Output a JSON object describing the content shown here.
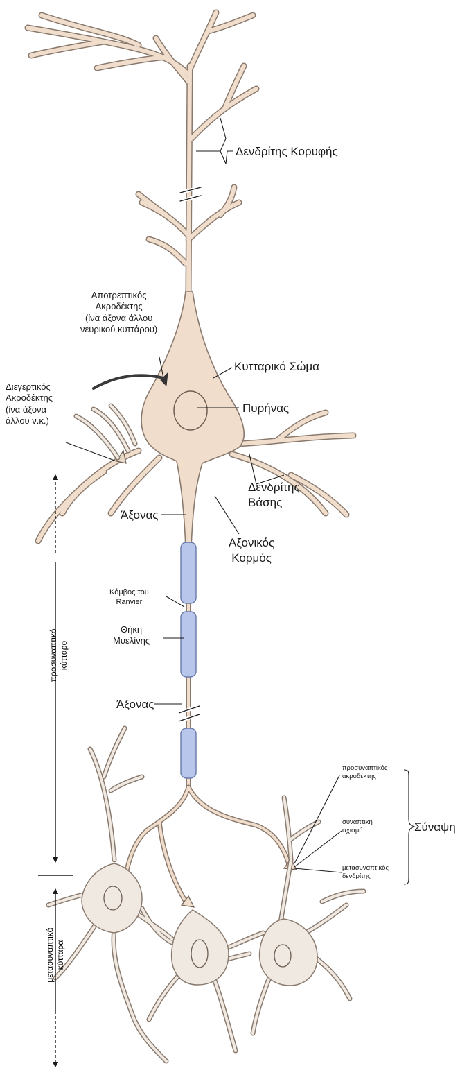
{
  "colors": {
    "cell_fill": "#f0ddcc",
    "cell_stroke": "#8a7a6e",
    "post_fill": "#efe9e2",
    "myelin_fill": "#b8c6ec",
    "myelin_stroke": "#6878a8",
    "line": "#1a1a1a",
    "terminal_arc": "#3a3a3a"
  },
  "labels": {
    "apical_dendrite": "Δενδρίτης Κορυφής",
    "inhibitory_terminal": [
      "Αποτρεπτικός",
      "Ακροδέκτης",
      "(ίνα άξονα άλλου",
      "νευρικού κυττάρου)"
    ],
    "cell_body": "Κυτταρικό Σώμα",
    "excitatory_terminal": [
      "Διεγερτικός",
      "Ακροδέκτης",
      "(ίνα άξονα",
      "άλλου ν.κ.)"
    ],
    "nucleus": "Πυρήνας",
    "basal_dendrite": [
      "Δενδρίτης",
      "Βάσης"
    ],
    "axon_top": "Άξονας",
    "axon_hillock": [
      "Αξονικός",
      "Κορμός"
    ],
    "node_of_ranvier": [
      "Κόμβος του",
      "Ranvier"
    ],
    "myelin_sheath": [
      "Θήκη",
      "Μυελίνης"
    ],
    "axon_bottom": "Άξονας",
    "presynaptic_terminal": [
      "προσυναπτικός",
      "ακροδέκτης"
    ],
    "synaptic_cleft": [
      "συναπτική",
      "σχισμή"
    ],
    "postsynaptic_dendrite": [
      "μετασυναπτικός",
      "δενδρίτης"
    ],
    "synapse": "Σύναψη",
    "presynaptic_cell": [
      "προσυναπτικό",
      "κύτταρο"
    ],
    "postsynaptic_cells": [
      "μετασυναπτικά",
      "κύτταρα"
    ]
  }
}
